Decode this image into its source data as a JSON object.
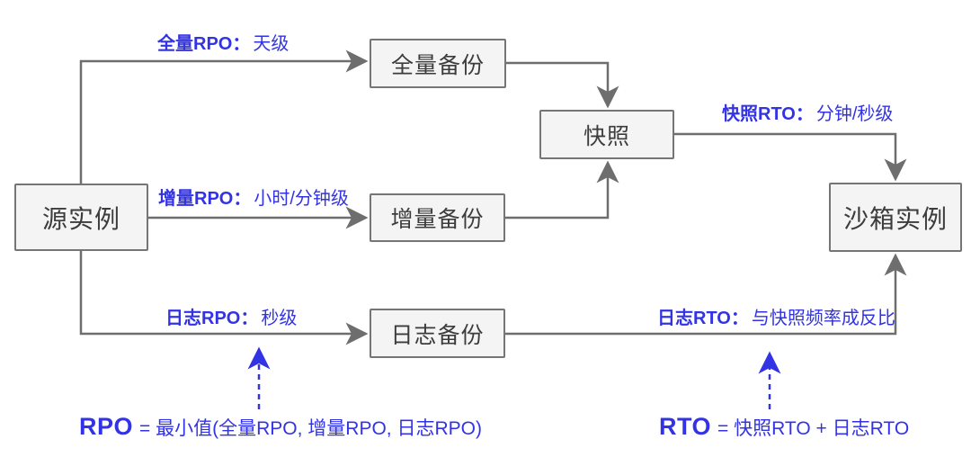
{
  "diagram": {
    "nodes": {
      "source": {
        "label": "源实例"
      },
      "full_backup": {
        "label": "全量备份"
      },
      "incr_backup": {
        "label": "增量备份"
      },
      "log_backup": {
        "label": "日志备份"
      },
      "snapshot": {
        "label": "快照"
      },
      "sandbox": {
        "label": "沙箱实例"
      }
    },
    "edge_labels": {
      "full_rpo": {
        "term": "全量RPO：",
        "value": "天级"
      },
      "incr_rpo": {
        "term": "增量RPO：",
        "value": "小时/分钟级"
      },
      "log_rpo": {
        "term": "日志RPO：",
        "value": "秒级"
      },
      "snapshot_rto": {
        "term": "快照RTO：",
        "value": "分钟/秒级"
      },
      "log_rto": {
        "term": "日志RTO：",
        "value": "与快照频率成反比"
      }
    },
    "formulas": {
      "rpo": {
        "term": "RPO",
        "expression": "= 最小值(全量RPO, 增量RPO, 日志RPO)"
      },
      "rto": {
        "term": "RTO",
        "expression": "= 快照RTO + 日志RTO"
      }
    },
    "colors": {
      "accent_blue": "#3333e6",
      "line_gray": "#6e6e6e",
      "node_fill": "#f4f4f4",
      "node_border": "#757575",
      "node_text": "#3c3c3c",
      "background": "#ffffff"
    }
  }
}
